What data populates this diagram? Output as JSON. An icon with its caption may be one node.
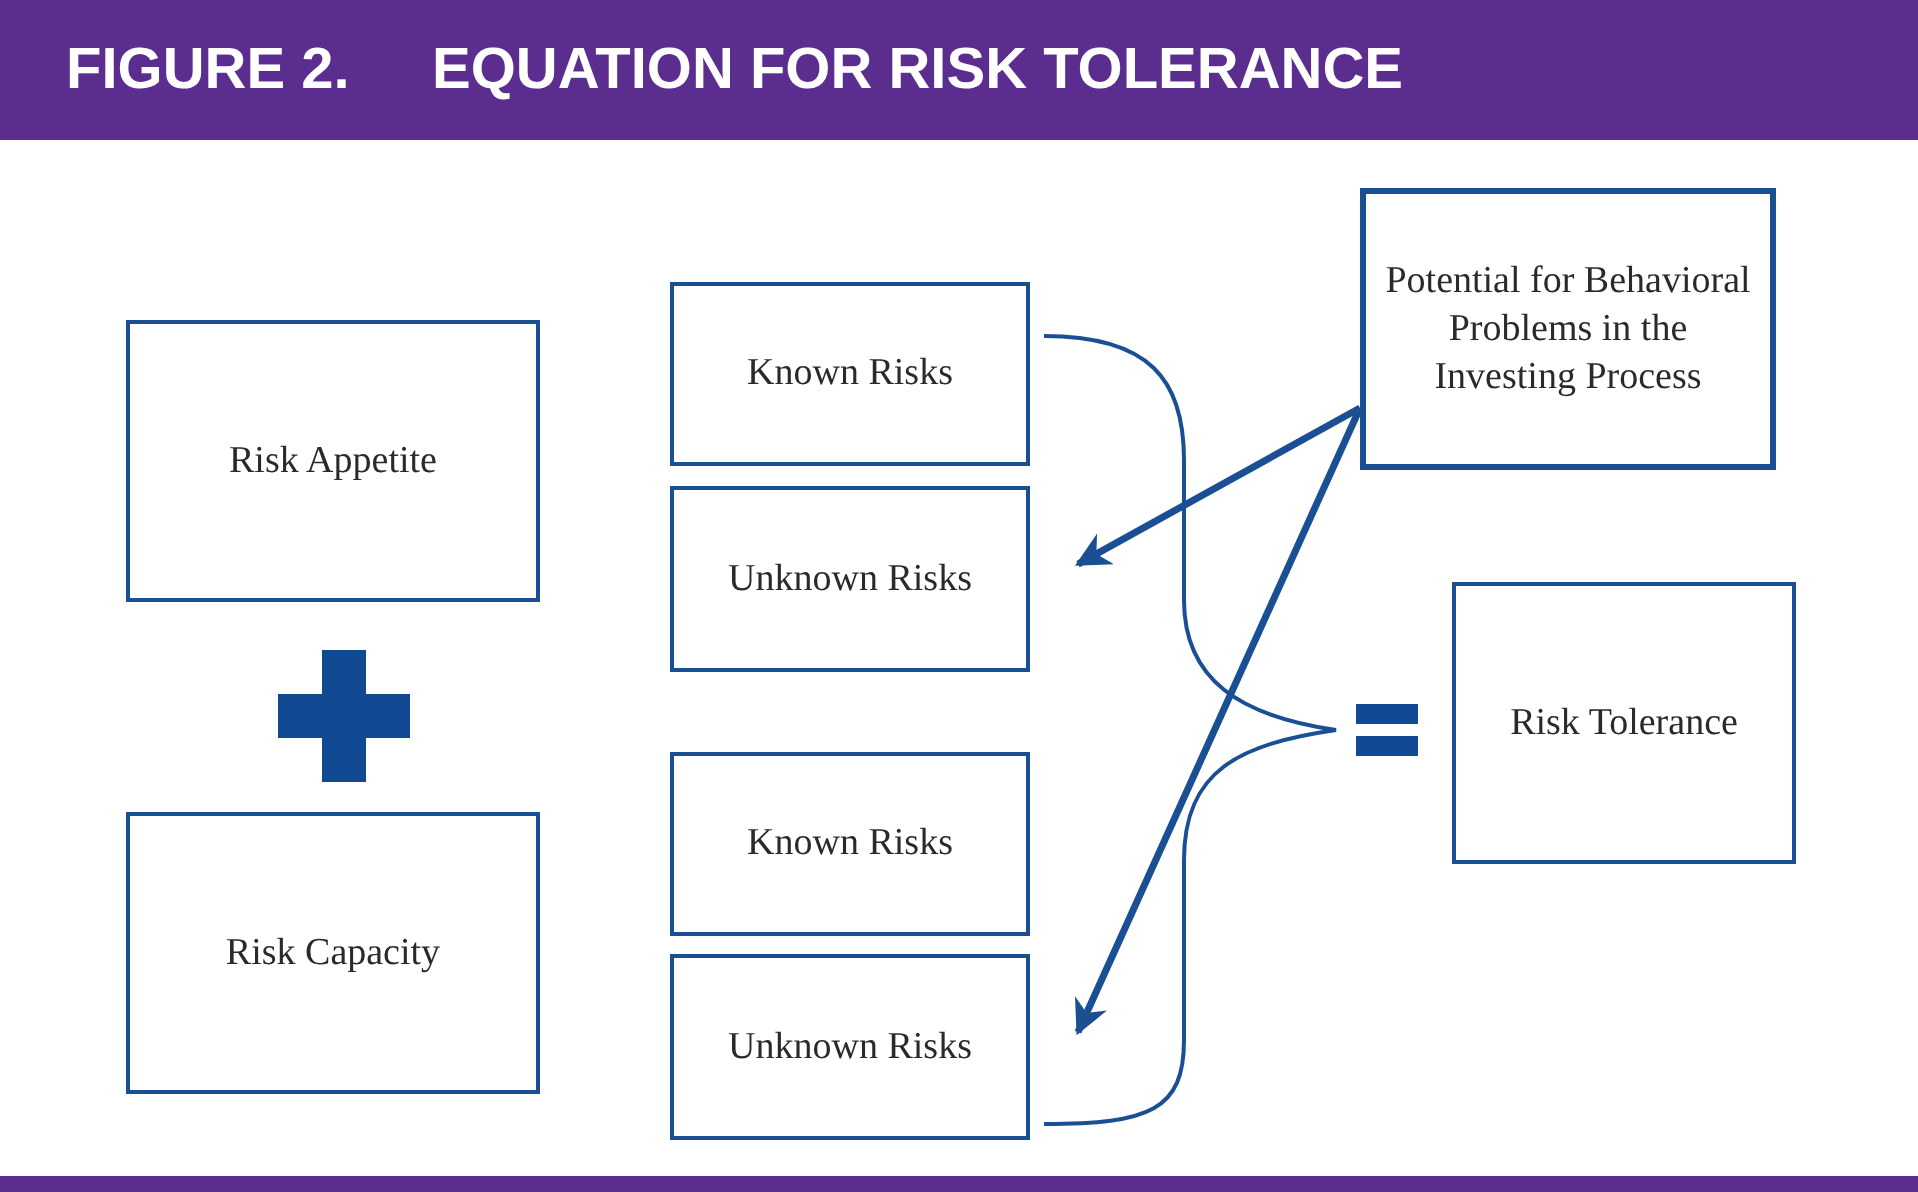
{
  "diagram": {
    "title": "EQUATION FOR RISK TOLERANCE",
    "nodes": [
      {
        "text": [
          "Risk Appetite"
        ]
      },
      {
        "text": [
          "Risk Capacity"
        ]
      },
      {
        "text": [
          "Known Risks"
        ]
      },
      {
        "text": [
          "Unknown Risks"
        ]
      },
      {
        "text": [
          "Known Risks"
        ]
      },
      {
        "text": [
          "Unknown Risks"
        ]
      },
      {
        "text": [
          "Potential for Behavioral Problems in the Investing Process"
        ]
      },
      {
        "text": [
          "Risk Tolerance"
        ]
      }
    ],
    "edges": [
      {
        "from": 6,
        "to": 3,
        "arrow": "to"
      },
      {
        "from": 6,
        "to": 5,
        "arrow": "to"
      }
    ],
    "labels": [
      "FIGURE 2."
    ]
  }
}
